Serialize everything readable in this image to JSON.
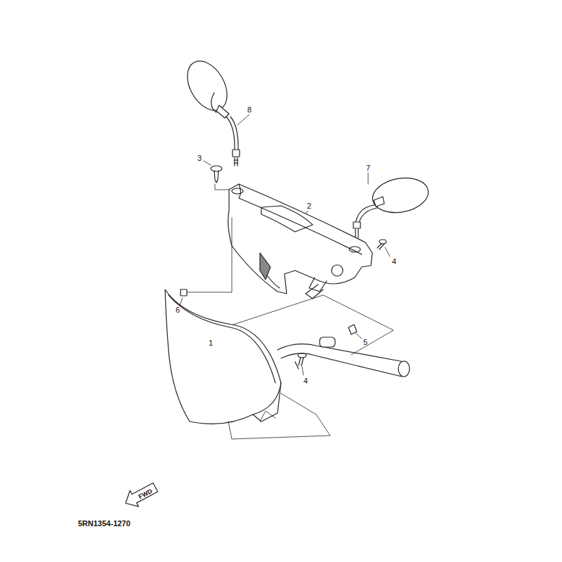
{
  "diagram": {
    "labels": [
      "8",
      "3",
      "7",
      "2",
      "4",
      "4",
      "5",
      "6",
      "1",
      "FWD",
      "5RN1354-1270"
    ]
  }
}
